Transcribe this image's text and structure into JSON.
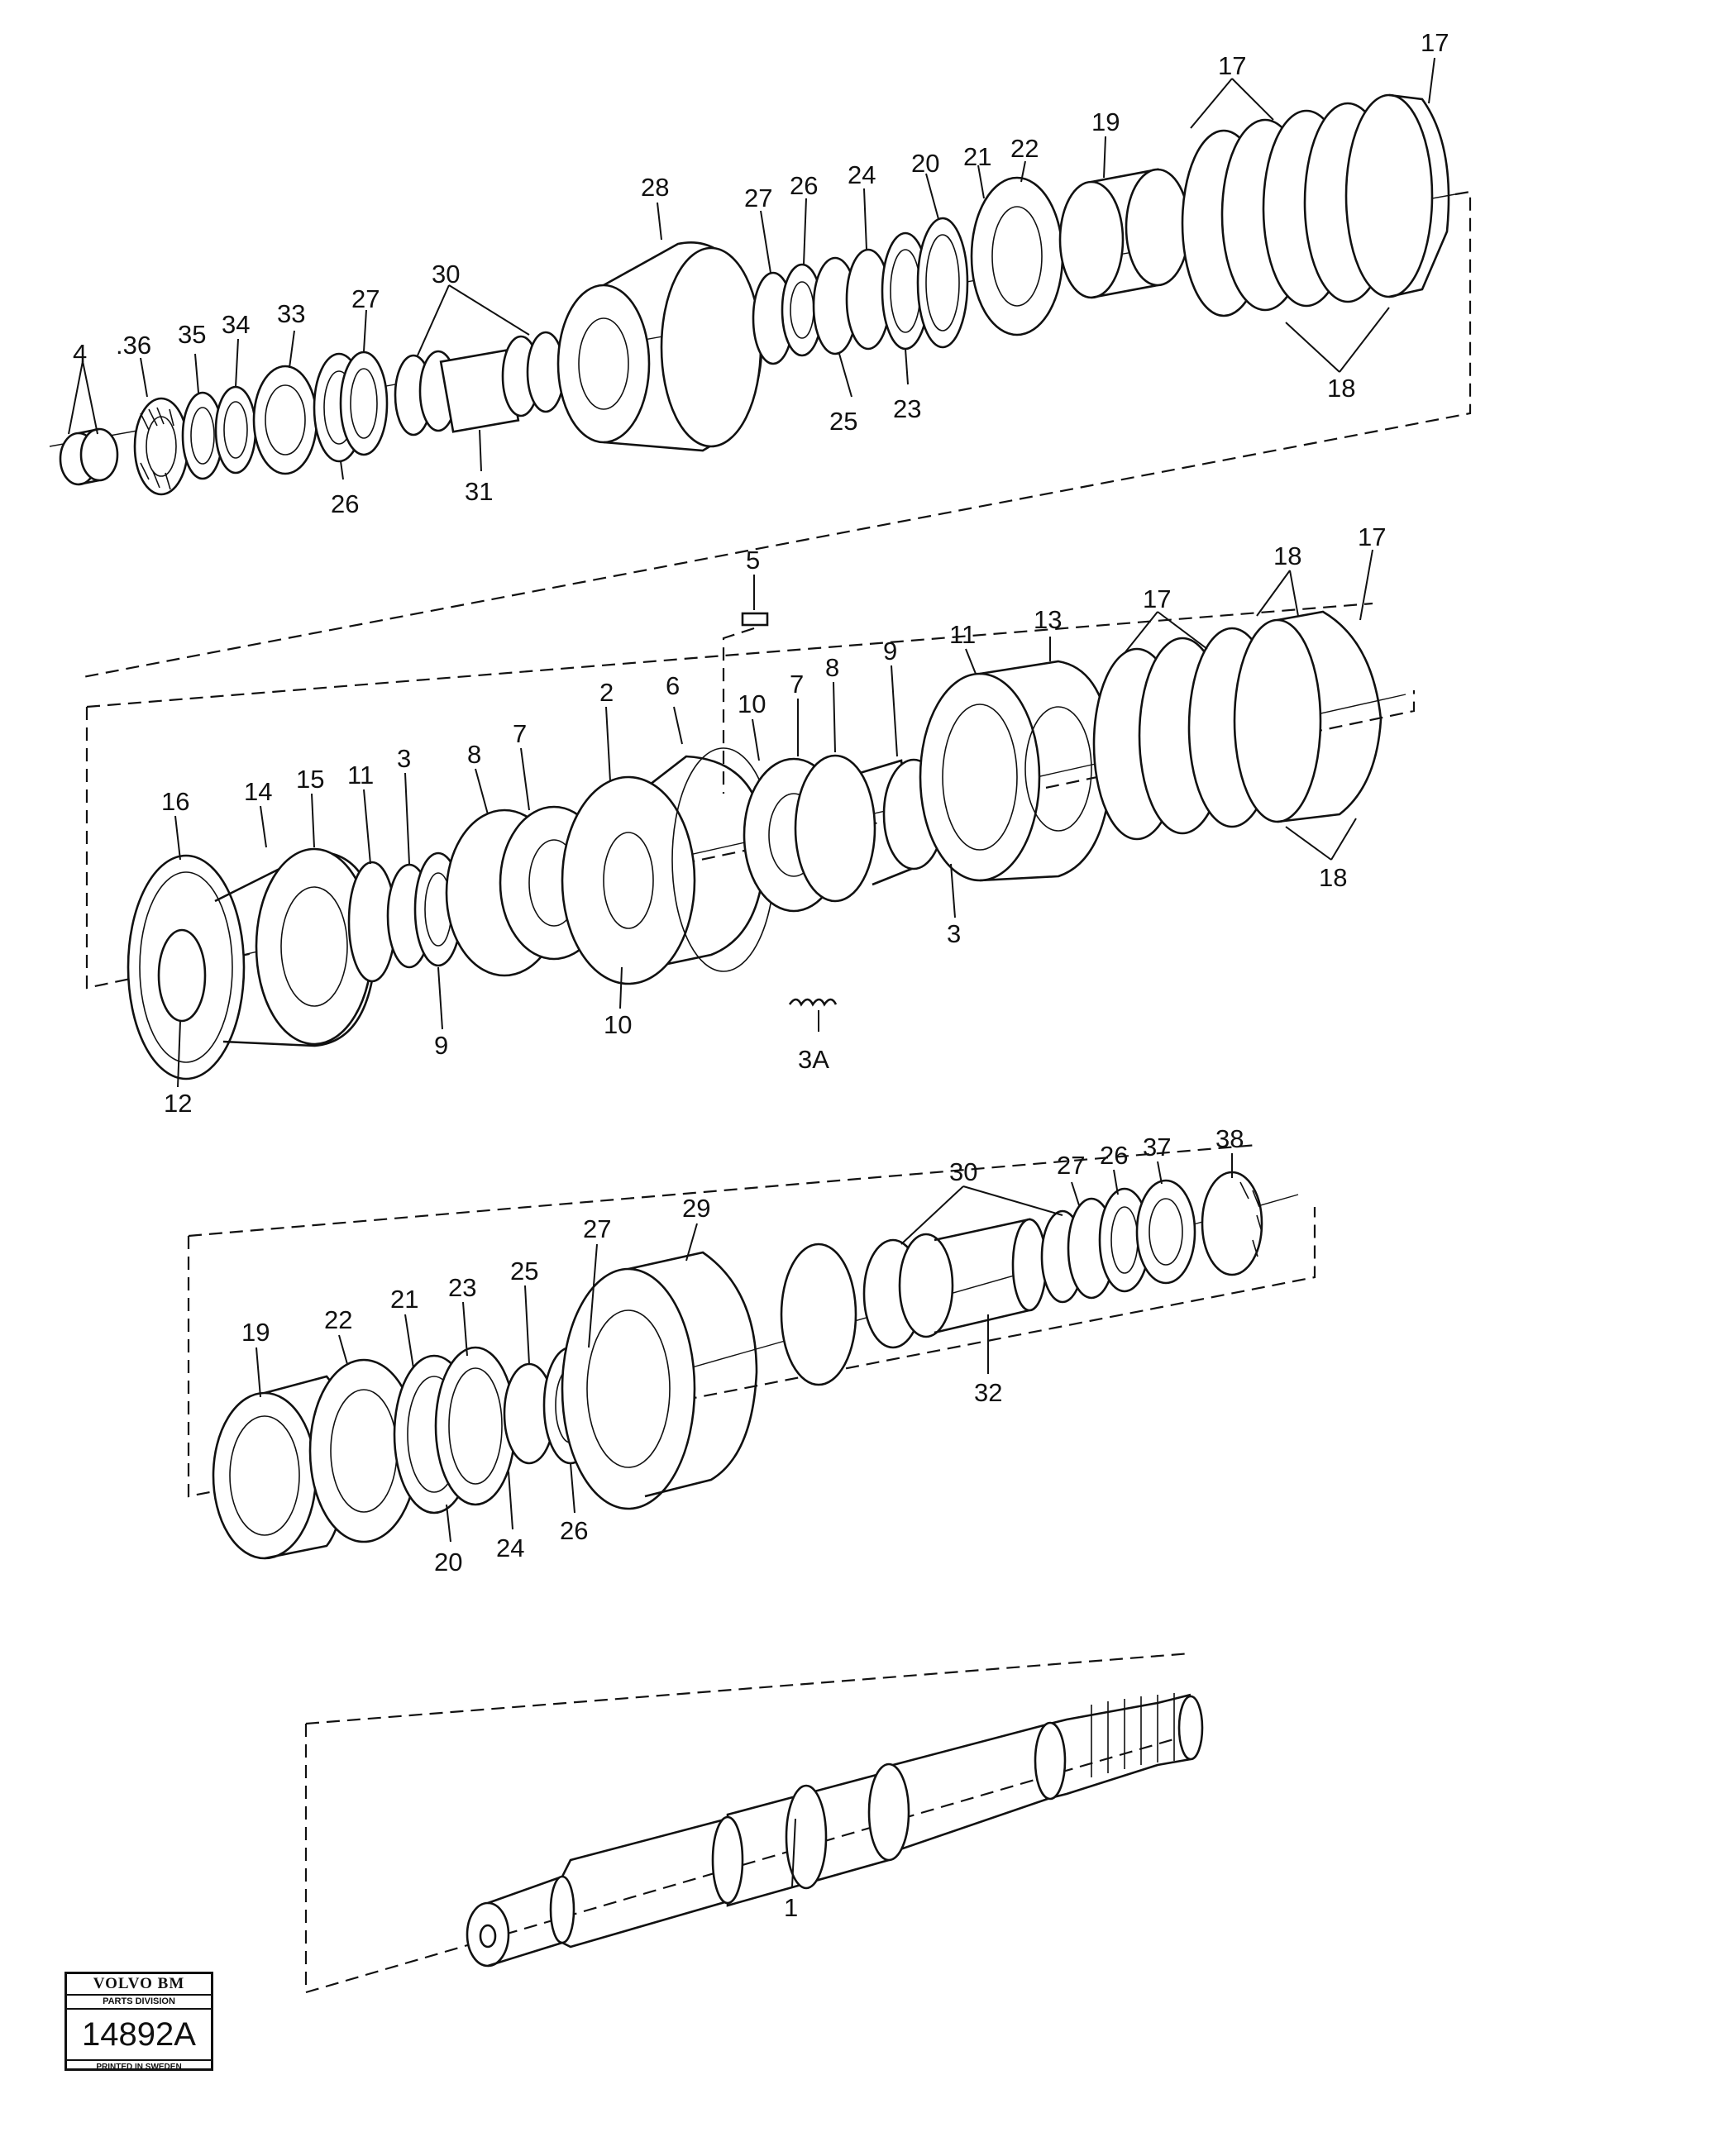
{
  "callouts": [
    {
      "id": "c-4a",
      "text": "4"
    },
    {
      "id": "c-36",
      "text": ".36"
    },
    {
      "id": "c-35",
      "text": "35"
    },
    {
      "id": "c-34",
      "text": "34"
    },
    {
      "id": "c-33",
      "text": "33"
    },
    {
      "id": "c-27a",
      "text": "27"
    },
    {
      "id": "c-30a",
      "text": "30"
    },
    {
      "id": "c-26a",
      "text": "26"
    },
    {
      "id": "c-31",
      "text": "31"
    },
    {
      "id": "c-28",
      "text": "28"
    },
    {
      "id": "c-27b",
      "text": "27"
    },
    {
      "id": "c-26b",
      "text": "26"
    },
    {
      "id": "c-24a",
      "text": "24"
    },
    {
      "id": "c-25a",
      "text": "25"
    },
    {
      "id": "c-23a",
      "text": "23"
    },
    {
      "id": "c-20a",
      "text": "20"
    },
    {
      "id": "c-21a",
      "text": "21"
    },
    {
      "id": "c-22a",
      "text": "22"
    },
    {
      "id": "c-19a",
      "text": "19"
    },
    {
      "id": "c-17a",
      "text": "17"
    },
    {
      "id": "c-17b",
      "text": "17"
    },
    {
      "id": "c-18a",
      "text": "18"
    },
    {
      "id": "c-5",
      "text": "5"
    },
    {
      "id": "c-16",
      "text": "16"
    },
    {
      "id": "c-14",
      "text": "14"
    },
    {
      "id": "c-15",
      "text": "15"
    },
    {
      "id": "c-11a",
      "text": "11"
    },
    {
      "id": "c-3a",
      "text": "3"
    },
    {
      "id": "c-8a",
      "text": "8"
    },
    {
      "id": "c-7a",
      "text": "7"
    },
    {
      "id": "c-2",
      "text": "2"
    },
    {
      "id": "c-6",
      "text": "6"
    },
    {
      "id": "c-10a",
      "text": "10"
    },
    {
      "id": "c-7b",
      "text": "7"
    },
    {
      "id": "c-8b",
      "text": "8"
    },
    {
      "id": "c-9a",
      "text": "9"
    },
    {
      "id": "c-11b",
      "text": "11"
    },
    {
      "id": "c-13",
      "text": "13"
    },
    {
      "id": "c-17c",
      "text": "17"
    },
    {
      "id": "c-18b",
      "text": "18"
    },
    {
      "id": "c-17d",
      "text": "17"
    },
    {
      "id": "c-18c",
      "text": "18"
    },
    {
      "id": "c-3b",
      "text": "3"
    },
    {
      "id": "c-12",
      "text": "12"
    },
    {
      "id": "c-9b",
      "text": "9"
    },
    {
      "id": "c-10b",
      "text": "10"
    },
    {
      "id": "c-3A",
      "text": "3A"
    },
    {
      "id": "c-38",
      "text": "38"
    },
    {
      "id": "c-37",
      "text": "37"
    },
    {
      "id": "c-26c",
      "text": "26"
    },
    {
      "id": "c-27c",
      "text": "27"
    },
    {
      "id": "c-30b",
      "text": "30"
    },
    {
      "id": "c-29",
      "text": "29"
    },
    {
      "id": "c-27d",
      "text": "27"
    },
    {
      "id": "c-25b",
      "text": "25"
    },
    {
      "id": "c-23b",
      "text": "23"
    },
    {
      "id": "c-21b",
      "text": "21"
    },
    {
      "id": "c-22b",
      "text": "22"
    },
    {
      "id": "c-19b",
      "text": "19"
    },
    {
      "id": "c-32",
      "text": "32"
    },
    {
      "id": "c-20b",
      "text": "20"
    },
    {
      "id": "c-24b",
      "text": "24"
    },
    {
      "id": "c-26d",
      "text": "26"
    },
    {
      "id": "c-1",
      "text": "1"
    }
  ],
  "stamp": {
    "brand": "VOLVO BM",
    "division": "PARTS DIVISION",
    "number": "14892A",
    "printed": "PRINTED IN SWEDEN"
  }
}
